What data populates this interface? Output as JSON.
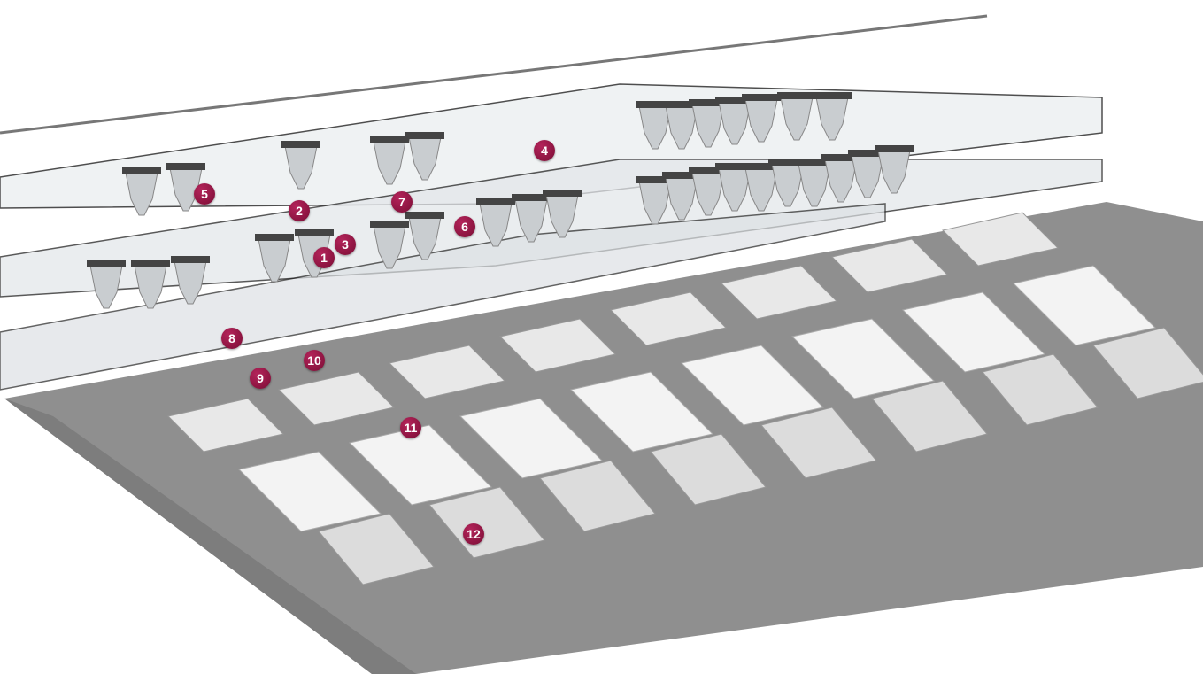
{
  "colors": {
    "marker": "#8c1440",
    "floor": "#8e8e8e",
    "glass": "#e6e8ea"
  },
  "markers": [
    {
      "label": "1",
      "name": "marker-1"
    },
    {
      "label": "2",
      "name": "marker-2"
    },
    {
      "label": "3",
      "name": "marker-3"
    },
    {
      "label": "4",
      "name": "marker-4"
    },
    {
      "label": "5",
      "name": "marker-5"
    },
    {
      "label": "6",
      "name": "marker-6"
    },
    {
      "label": "7",
      "name": "marker-7"
    },
    {
      "label": "8",
      "name": "marker-8"
    },
    {
      "label": "9",
      "name": "marker-9"
    },
    {
      "label": "10",
      "name": "marker-10"
    },
    {
      "label": "11",
      "name": "marker-11"
    },
    {
      "label": "12",
      "name": "marker-12"
    }
  ]
}
